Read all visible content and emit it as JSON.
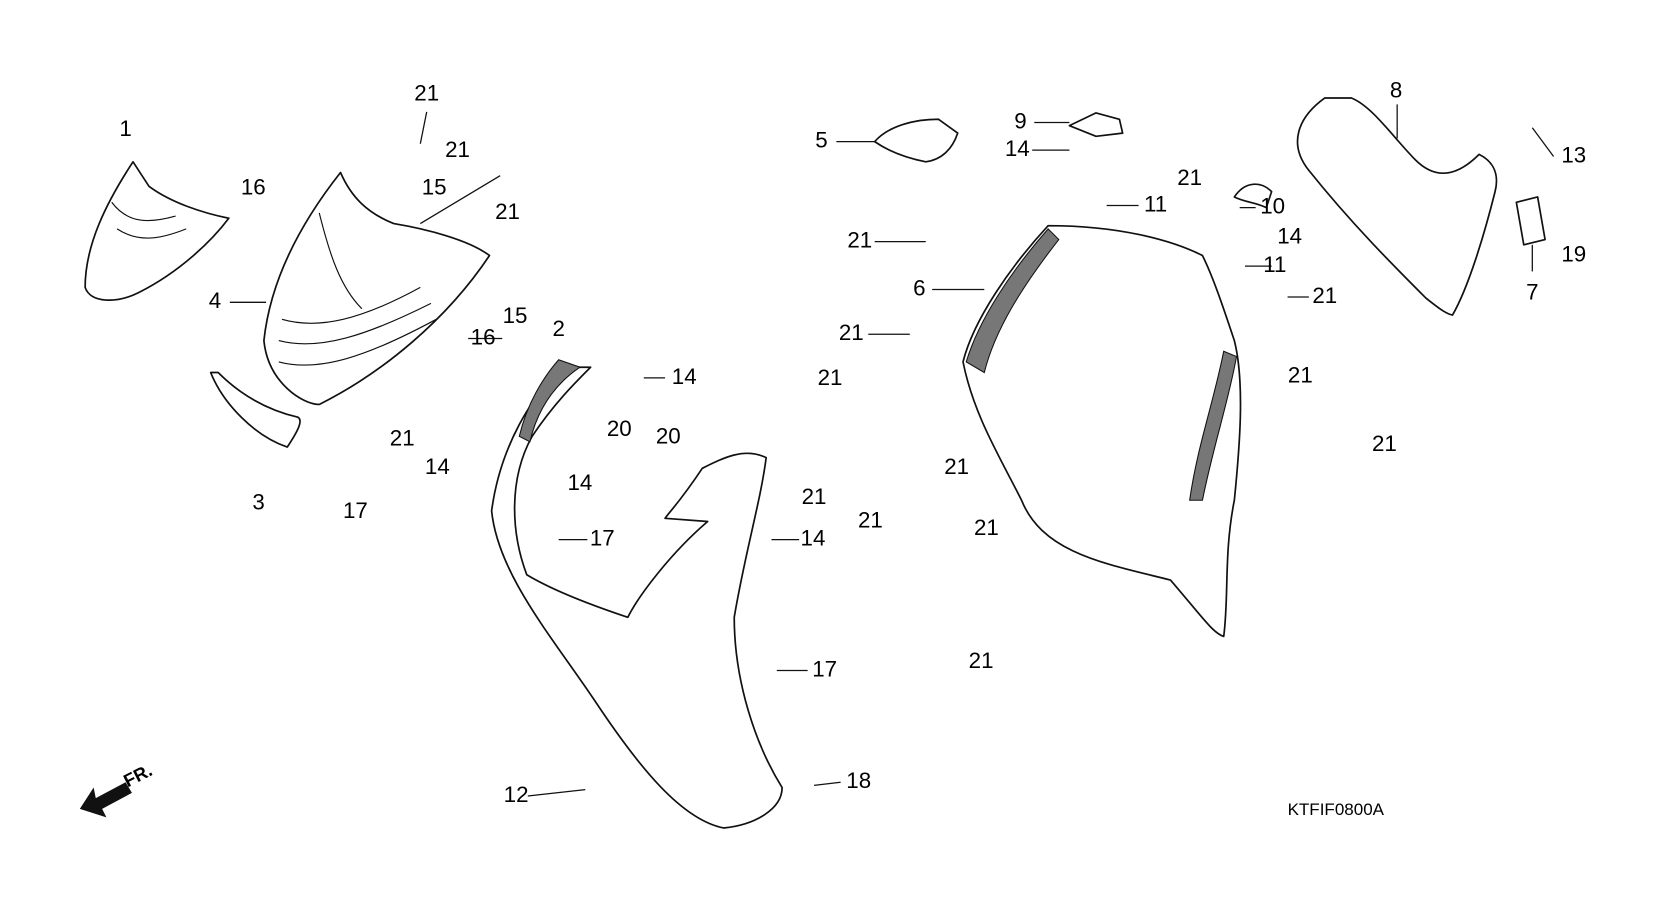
{
  "diagram": {
    "code": "KTFIF0800A",
    "direction_label": "FR.",
    "callouts": [
      "1",
      "16",
      "21",
      "21",
      "15",
      "21",
      "4",
      "15",
      "16",
      "2",
      "14",
      "20",
      "21",
      "3",
      "17",
      "14",
      "14",
      "17",
      "20",
      "14",
      "17",
      "12",
      "18",
      "5",
      "9",
      "14",
      "21",
      "11",
      "10",
      "14",
      "11",
      "21",
      "6",
      "21",
      "21",
      "21",
      "21",
      "21",
      "21",
      "21",
      "21",
      "21",
      "21",
      "8",
      "13",
      "7",
      "19"
    ]
  }
}
